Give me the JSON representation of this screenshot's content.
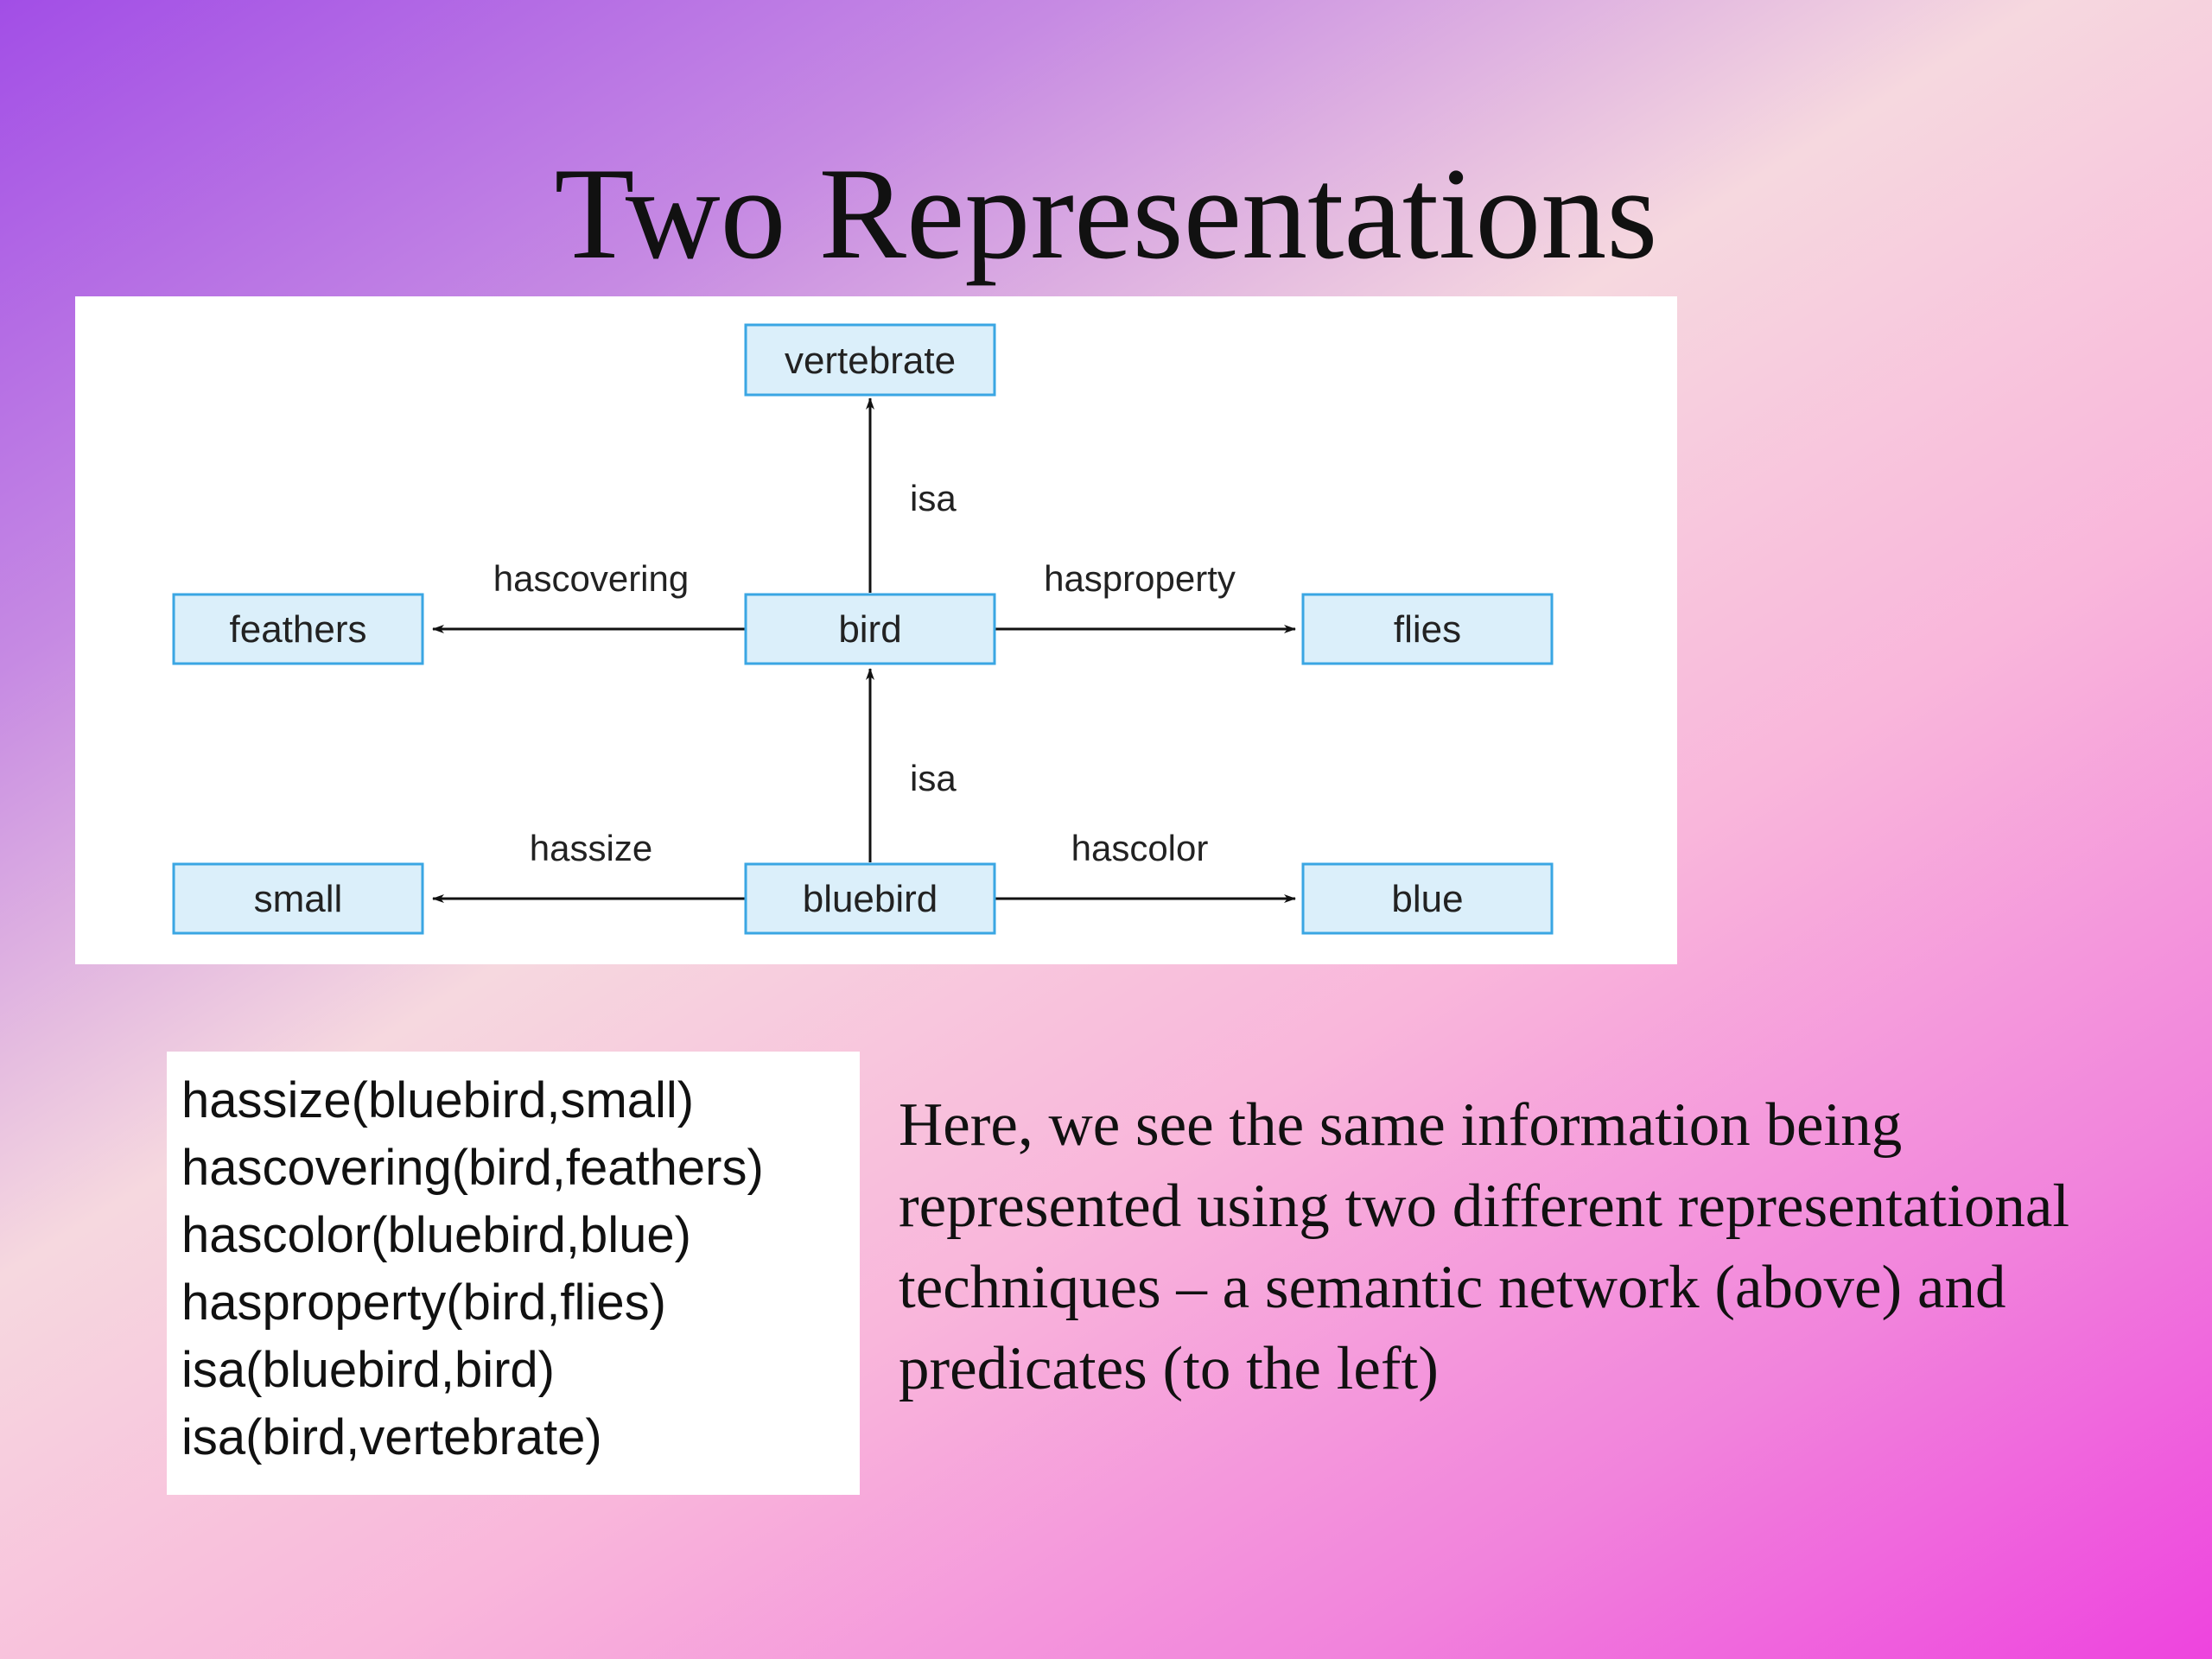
{
  "slide": {
    "title": "Two Representations"
  },
  "network": {
    "nodes": {
      "vertebrate": "vertebrate",
      "feathers": "feathers",
      "bird": "bird",
      "flies": "flies",
      "small": "small",
      "bluebird": "bluebird",
      "blue": "blue"
    },
    "edges": {
      "bird_vertebrate": "isa",
      "bird_feathers": "hascovering",
      "bird_flies": "hasproperty",
      "bluebird_bird": "isa",
      "bluebird_small": "hassize",
      "bluebird_blue": "hascolor"
    },
    "colors": {
      "node_fill": "#dbeffa",
      "node_border": "#3aa6e3"
    }
  },
  "predicates": [
    "hassize(bluebird,small)",
    "hascovering(bird,feathers)",
    "hascolor(bluebird,blue)",
    "hasproperty(bird,flies)",
    "isa(bluebird,bird)",
    "isa(bird,vertebrate)"
  ],
  "explanation": {
    "lines": [
      "Here, we see the same information being",
      "represented using two different representational",
      "techniques – a semantic network (above) and",
      "predicates (to the left)"
    ]
  }
}
